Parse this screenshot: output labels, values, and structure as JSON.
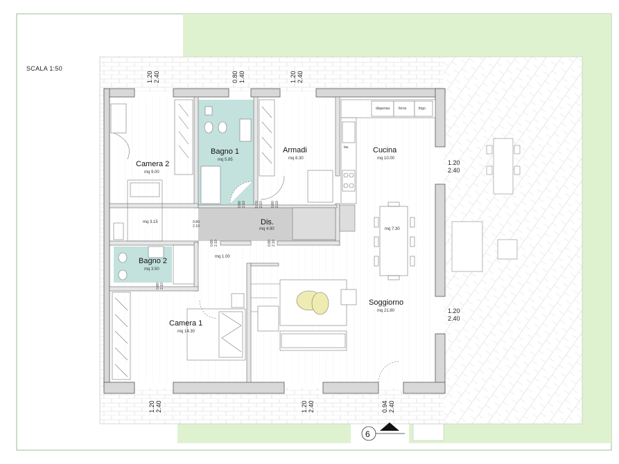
{
  "scale": "SCALA 1:50",
  "rooms": {
    "camera2": {
      "name": "Camera 2",
      "area": "mq 9.00"
    },
    "bagno1": {
      "name": "Bagno 1",
      "area": "mq 5.85"
    },
    "armadi": {
      "name": "Armadi",
      "area": "mq 8.30"
    },
    "cucina": {
      "name": "Cucina",
      "area": "mq 10.00"
    },
    "dis": {
      "name": "Dis.",
      "area": "mq 4.90"
    },
    "bagno2": {
      "name": "Bagno 2",
      "area": "mq 3.50"
    },
    "camera1": {
      "name": "Camera 1",
      "area": "mq 14.30"
    },
    "soggiorno": {
      "name": "Soggiorno",
      "area": "mq 21.80"
    },
    "pranzo": {
      "area": "mq 7.30"
    },
    "armadio_cam2": {
      "area": "mq 3.15"
    },
    "ingresso": {
      "area": "mq 1.00"
    }
  },
  "kitchen_labels": {
    "dispensa": "dispensa",
    "forno": "forno",
    "frigo": "frigo",
    "lav": "lav."
  },
  "windows": {
    "w1": {
      "a": "1.20",
      "b": "2.40"
    },
    "w2": {
      "a": "0.80",
      "b": "1.40"
    },
    "w3": {
      "a": "1.20",
      "b": "2.40"
    },
    "w4": {
      "a": "1.20",
      "b": "2.40"
    },
    "w5": {
      "a": "1.20",
      "b": "2.40"
    },
    "w6": {
      "a": "1.20",
      "b": "2.40"
    },
    "w7": {
      "a": "1.20",
      "b": "2.40"
    },
    "w8": {
      "a": "0.94",
      "b": "2.40"
    }
  },
  "doors": {
    "d1": {
      "a": "0.80",
      "b": "2.10"
    },
    "d2": {
      "a": "0.80",
      "b": "2.10"
    },
    "d3": {
      "a": "0.80",
      "b": "2.10"
    },
    "d4": {
      "a": "0.80",
      "b": "2.10"
    },
    "d5": {
      "a": "0.80",
      "b": "2.10"
    },
    "d6": {
      "a": "0.80",
      "b": "2.10"
    },
    "d7": {
      "a": "0.70",
      "b": "2.10"
    }
  },
  "section_marker": "6",
  "colors": {
    "garden": "#def2cf",
    "bathroom": "#c3e1dd",
    "corridor": "#cfcfcf",
    "wall": "#d8d8d8",
    "paving_line": "#d0d0d0"
  }
}
